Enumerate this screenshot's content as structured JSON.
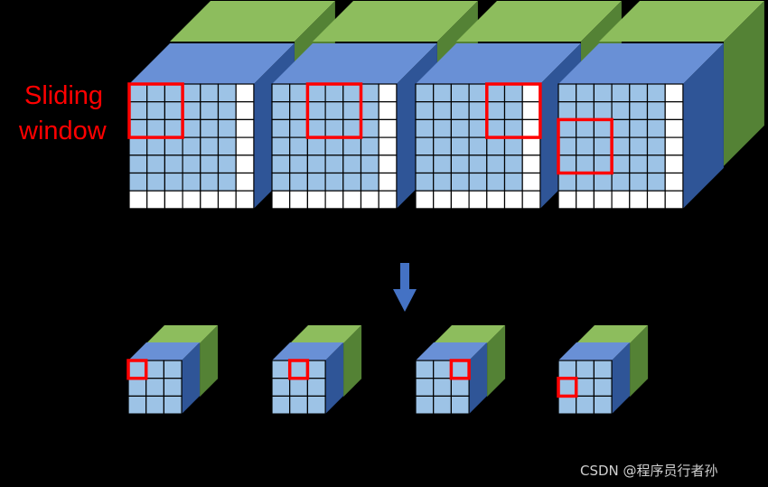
{
  "annotation": {
    "line1": "Sliding",
    "line2": "window"
  },
  "watermark": "CSDN @程序员行者孙",
  "colors": {
    "background": "#000000",
    "front_face": "#9dc3e6",
    "top_face_blue": "#6990d6",
    "side_face_blue": "#2f5597",
    "green_top": "#8dbd5d",
    "green_side": "#548235",
    "padding_cell": "#ffffff",
    "window_highlight": "#ff0000",
    "arrow": "#4472c4"
  },
  "input_volume": {
    "grid_rows": 7,
    "grid_cols": 7,
    "valid_rows": 6,
    "valid_cols": 6,
    "window_size": 3,
    "window_cells": [
      [
        0,
        0
      ],
      [
        0,
        2
      ],
      [
        0,
        4
      ],
      [
        2,
        0
      ]
    ]
  },
  "output_volume": {
    "grid_rows": 3,
    "grid_cols": 3,
    "highlight_cells": [
      [
        0,
        0
      ],
      [
        0,
        1
      ],
      [
        0,
        2
      ],
      [
        1,
        0
      ]
    ]
  },
  "arrow": {
    "direction": "down",
    "icon": "arrow-down-icon"
  }
}
